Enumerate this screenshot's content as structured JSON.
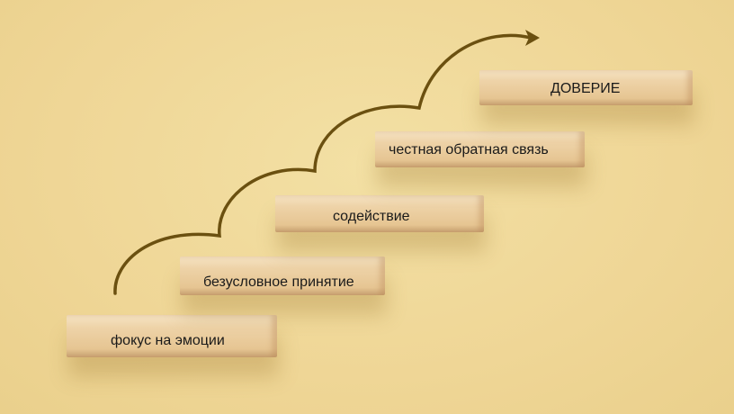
{
  "steps": [
    {
      "label": "фокус на эмоции"
    },
    {
      "label": "безусловное принятие"
    },
    {
      "label": "содействие"
    },
    {
      "label": "честная обратная связь"
    },
    {
      "label": "ДОВЕРИЕ"
    }
  ],
  "colors": {
    "background": "#efd696",
    "arrow": "#6b5010",
    "block": "#eed3a8"
  }
}
